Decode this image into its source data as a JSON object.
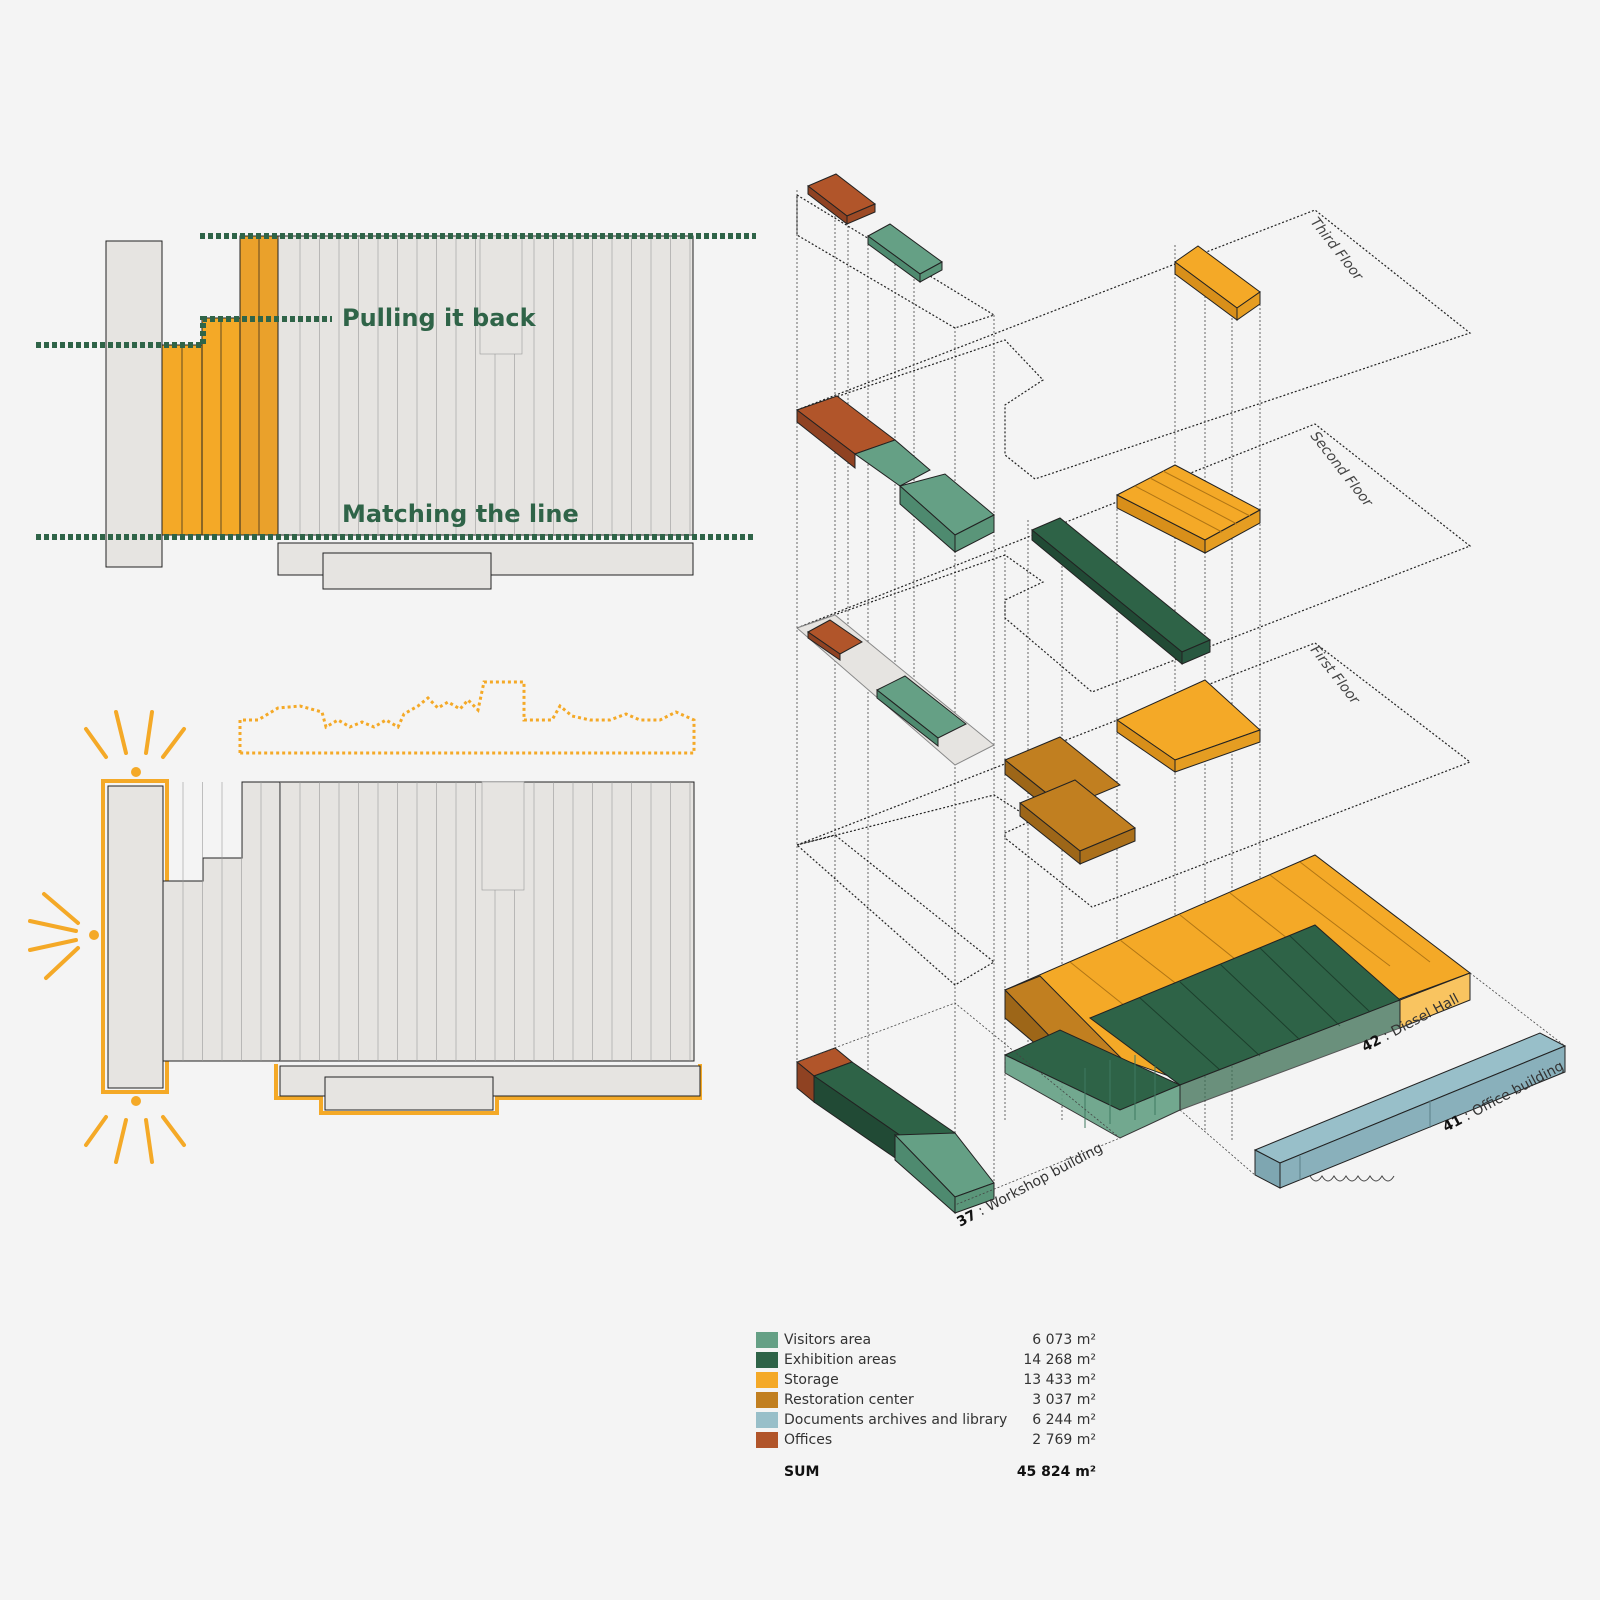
{
  "annotations": {
    "pulling_back": "Pulling it back",
    "matching_line": "Matching the line"
  },
  "floors": {
    "third": "Third Floor",
    "second": "Second Floor",
    "first": "First Floor"
  },
  "buildings": [
    {
      "number": "37",
      "name": " : Workshop building"
    },
    {
      "number": "42",
      "name": " : Diesel Hall"
    },
    {
      "number": "41",
      "name": " : Office building"
    }
  ],
  "legend": {
    "items": [
      {
        "label": "Visitors area",
        "area": "6 073 m²",
        "color": "#65a085"
      },
      {
        "label": "Exhibition areas",
        "area": "14 268 m²",
        "color": "#2e6347"
      },
      {
        "label": "Storage",
        "area": "13 433 m²",
        "color": "#f4a927"
      },
      {
        "label": "Restoration center",
        "area": "3 037 m²",
        "color": "#c17f20"
      },
      {
        "label": "Documents archives and library",
        "area": "6 244 m²",
        "color": "#98bfc9"
      },
      {
        "label": "Offices",
        "area": "2 769 m²",
        "color": "#b1552a"
      }
    ],
    "sum_label": "SUM",
    "sum_area": "45 824 m²"
  },
  "palette": {
    "building_fill": "#e6e4e1",
    "building_stripe": "#dcdad7",
    "accent_dash": "#2f6448",
    "sun": "#f4a927",
    "outline": "#222222"
  }
}
